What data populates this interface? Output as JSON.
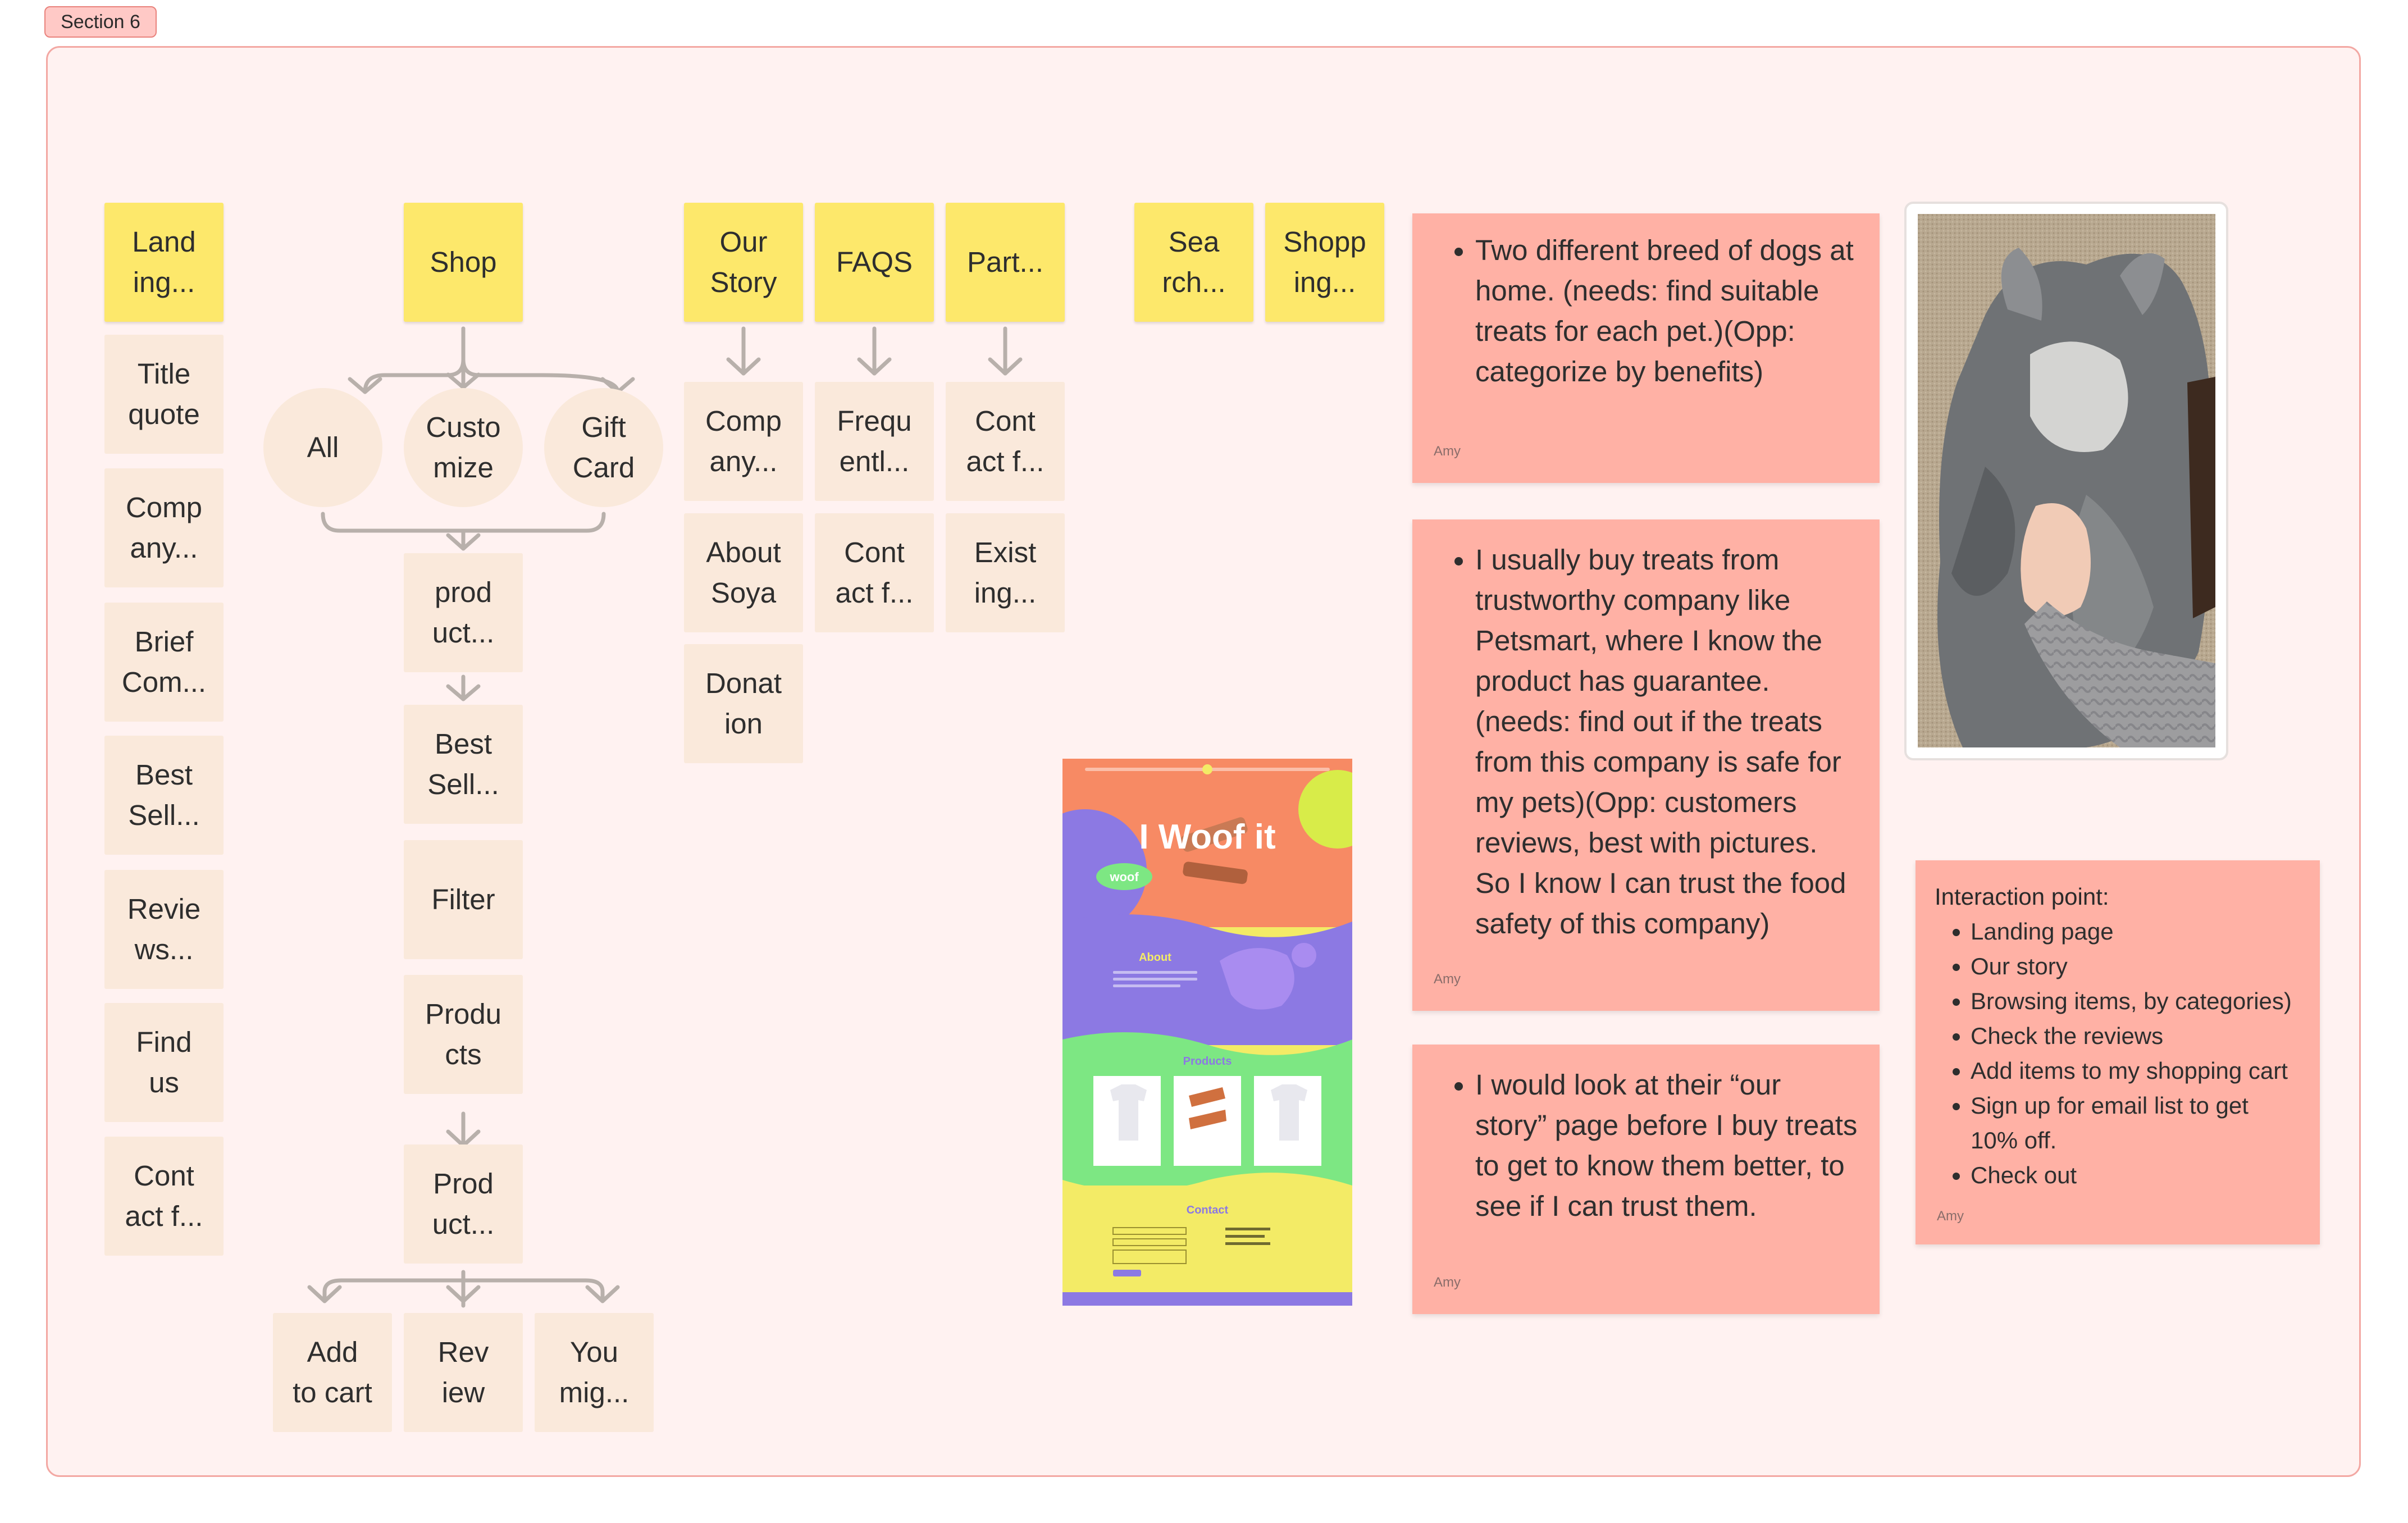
{
  "section": {
    "label": "Section 6"
  },
  "nav_stickies": {
    "landing": "Land\ning...",
    "shop": "Shop",
    "our_story": "Our\nStory",
    "faqs": "FAQS",
    "partners": "Part...",
    "search": "Sea\nrch...",
    "shopping": "Shopp\ning..."
  },
  "landing_column": [
    "Title\nquote",
    "Comp\nany...",
    "Brief\nCom...",
    "Best\nSell...",
    "Revie\nws...",
    "Find\nus",
    "Cont\nact f..."
  ],
  "shop_tree": {
    "categories": [
      "All",
      "Custo\nmize",
      "Gift\nCard"
    ],
    "flow": [
      "prod\nuct...",
      "Best\nSell...",
      "Filter",
      "Produ\ncts",
      "Prod\nuct..."
    ],
    "product_actions": [
      "Add\nto cart",
      "Rev\niew",
      "You\nmig..."
    ]
  },
  "our_story_column": [
    "Comp\nany...",
    "About\nSoya",
    "Donat\nion"
  ],
  "faqs_column": [
    "Frequ\nentl...",
    "Cont\nact f..."
  ],
  "partners_column": [
    "Cont\nact f...",
    "Exist\ning..."
  ],
  "notes": [
    {
      "text": "Two different breed of dogs at home. (needs: find suitable treats for each pet.)(Opp: categorize by benefits)",
      "author": "Amy"
    },
    {
      "text": "I usually buy treats from trustworthy company like Petsmart, where I know the product has guarantee. (needs: find out if the treats from this company is safe for my pets)(Opp: customers reviews, best with pictures. So I know I can trust the food safety of this company)",
      "author": "Amy"
    },
    {
      "text": "I would look at their “our story” page before I buy treats to get to know them better, to see if I can trust them.",
      "author": "Amy"
    }
  ],
  "interaction_note": {
    "title": "Interaction point:",
    "items": [
      "Landing page",
      "Our story",
      "Browsing items, by categories)",
      "Check the reviews",
      "Add items to my shopping cart",
      "Sign up for email list to get 10% off.",
      "Check out"
    ],
    "author": "Amy"
  },
  "mockup": {
    "hero_title": "I Woof it",
    "woof_badge": "woof",
    "about_heading": "About",
    "products_heading": "Products",
    "contact_heading": "Contact"
  },
  "colors": {
    "sticky_yellow": "#fde86b",
    "sticky_cream": "#fae9db",
    "note_pink": "#ffb1a5",
    "section_border": "#f3a8a3",
    "section_bg": "#fff2f1",
    "connector": "#b8b0ab"
  },
  "icons": {
    "arrow": "arrow-down-icon",
    "tshirt": "tshirt-icon"
  }
}
